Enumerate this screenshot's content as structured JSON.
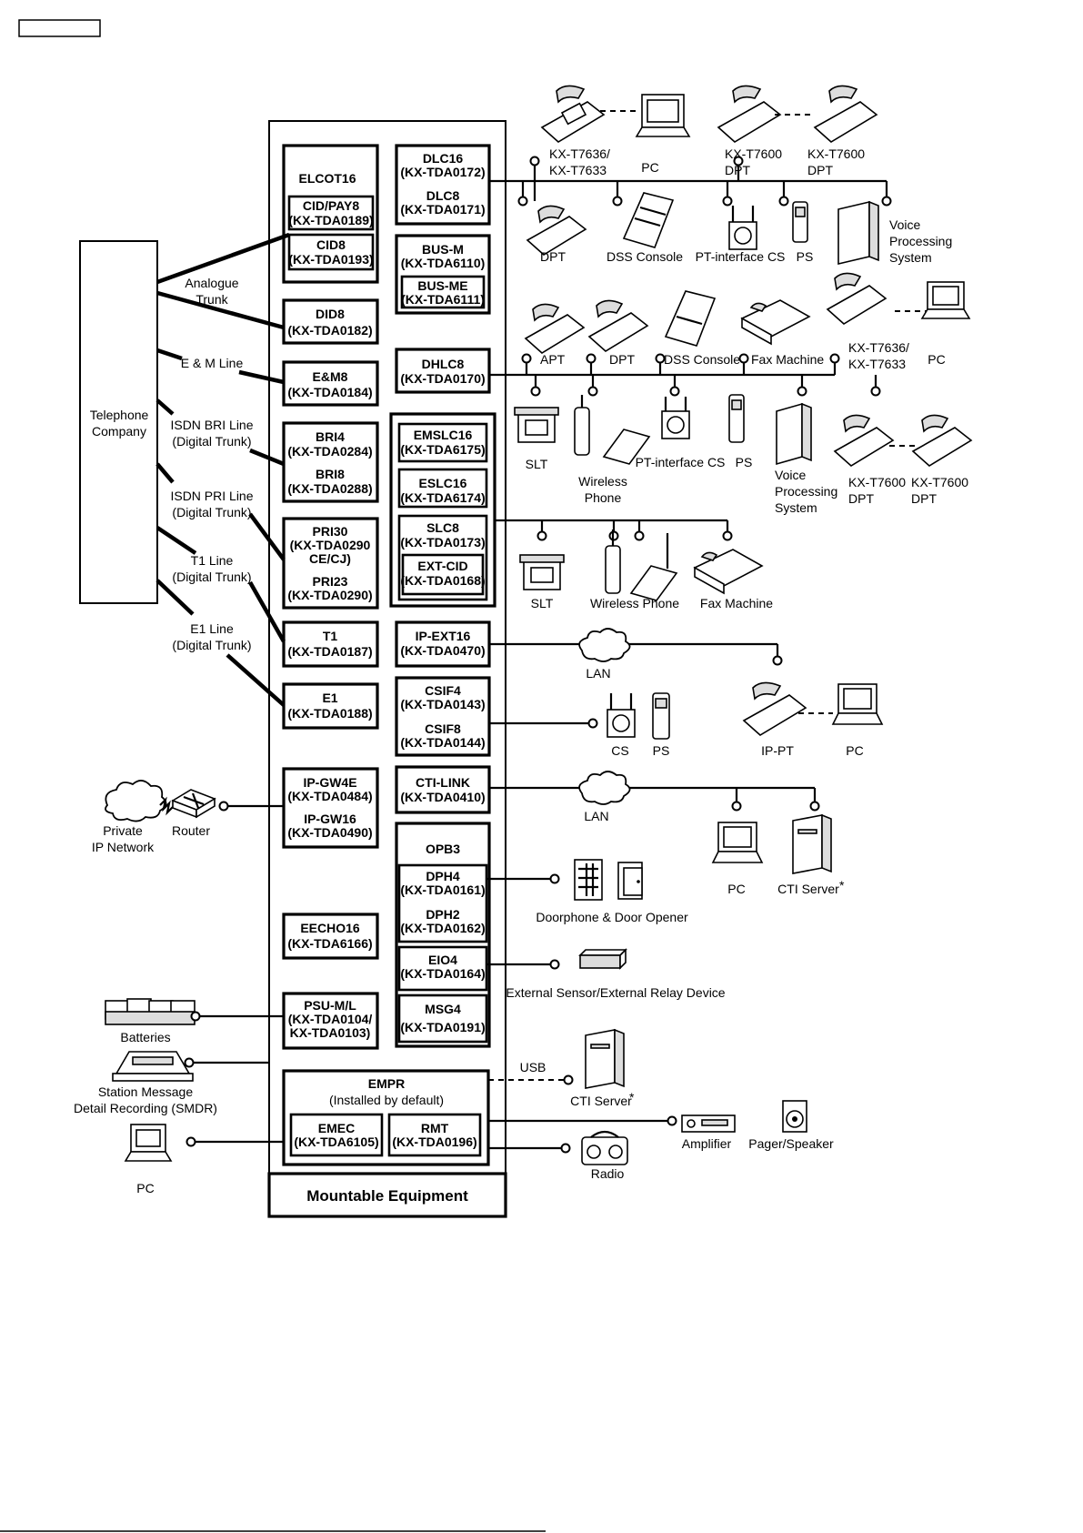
{
  "header": {
    "corner_box": ""
  },
  "cards": {
    "elcot16": "ELCOT16",
    "cid_pay8": [
      "CID/PAY8",
      "(KX-TDA0189)"
    ],
    "cid8": [
      "CID8",
      "(KX-TDA0193)"
    ],
    "did8": [
      "DID8",
      "(KX-TDA0182)"
    ],
    "em8": [
      "E&M8",
      "(KX-TDA0184)"
    ],
    "bri4": [
      "BRI4",
      "(KX-TDA0284)"
    ],
    "bri8": [
      "BRI8",
      "(KX-TDA0288)"
    ],
    "pri30": [
      "PRI30",
      "(KX-TDA0290",
      "CE/CJ)"
    ],
    "pri23": [
      "PRI23",
      "(KX-TDA0290)"
    ],
    "t1": [
      "T1",
      "(KX-TDA0187)"
    ],
    "e1": [
      "E1",
      "(KX-TDA0188)"
    ],
    "ipgw4e": [
      "IP-GW4E",
      "(KX-TDA0484)"
    ],
    "ipgw16": [
      "IP-GW16",
      "(KX-TDA0490)"
    ],
    "eecho16": [
      "EECHO16",
      "(KX-TDA6166)"
    ],
    "psu": [
      "PSU-M/L",
      "(KX-TDA0104/",
      "KX-TDA0103)"
    ],
    "dlc16": [
      "DLC16",
      "(KX-TDA0172)"
    ],
    "dlc8": [
      "DLC8",
      "(KX-TDA0171)"
    ],
    "busm": [
      "BUS-M",
      "(KX-TDA6110)"
    ],
    "busme": [
      "BUS-ME",
      "(KX-TDA6111)"
    ],
    "dhlc8": [
      "DHLC8",
      "(KX-TDA0170)"
    ],
    "emslc16": [
      "EMSLC16",
      "(KX-TDA6175)"
    ],
    "eslc16": [
      "ESLC16",
      "(KX-TDA6174)"
    ],
    "slc8": [
      "SLC8",
      "(KX-TDA0173)"
    ],
    "extcid": [
      "EXT-CID",
      "(KX-TDA0168)"
    ],
    "ipext16": [
      "IP-EXT16",
      "(KX-TDA0470)"
    ],
    "csif4": [
      "CSIF4",
      "(KX-TDA0143)"
    ],
    "csif8": [
      "CSIF8",
      "(KX-TDA0144)"
    ],
    "ctilink": [
      "CTI-LINK",
      "(KX-TDA0410)"
    ],
    "opb3": "OPB3",
    "dph4": [
      "DPH4",
      "(KX-TDA0161)"
    ],
    "dph2": [
      "DPH2",
      "(KX-TDA0162)"
    ],
    "eio4": [
      "EIO4",
      "(KX-TDA0164)"
    ],
    "msg4": [
      "MSG4",
      "(KX-TDA0191)"
    ],
    "empr": [
      "EMPR",
      "(Installed by default)"
    ],
    "emec": [
      "EMEC",
      "(KX-TDA6105)"
    ],
    "rmt": [
      "RMT",
      "(KX-TDA0196)"
    ],
    "mountable": "Mountable Equipment"
  },
  "left": {
    "telco": [
      "Telephone",
      "Company"
    ],
    "analogue": [
      "Analogue",
      "Trunk"
    ],
    "em_line": "E & M Line",
    "isdn_bri": [
      "ISDN BRI Line",
      "(Digital Trunk)"
    ],
    "isdn_pri": [
      "ISDN PRI Line",
      "(Digital Trunk)"
    ],
    "t1_line": [
      "T1 Line",
      "(Digital Trunk)"
    ],
    "e1_line": [
      "E1 Line",
      "(Digital Trunk)"
    ],
    "private_ip": [
      "Private",
      "IP Network"
    ],
    "router": "Router",
    "batteries": "Batteries",
    "smdr": [
      "Station Message",
      "Detail Recording (SMDR)"
    ],
    "pc": "PC"
  },
  "right": {
    "kx_t7636_a": [
      "KX-T7636/",
      "KX-T7633"
    ],
    "pc_a": "PC",
    "kx_t7600_a": [
      "KX-T7600",
      "DPT"
    ],
    "kx_t7600_b": [
      "KX-T7600",
      "DPT"
    ],
    "dpt_1": "DPT",
    "dss_1": "DSS Console",
    "ptcs_1": "PT-interface CS",
    "ps_1": "PS",
    "vps_1": [
      "Voice",
      "Processing",
      "System"
    ],
    "apt": "APT",
    "dpt_2": "DPT",
    "dss_2": "DSS Console",
    "fax_1": "Fax Machine",
    "kx_t7636_b": [
      "KX-T7636/",
      "KX-T7633"
    ],
    "pc_b": "PC",
    "slt_1": "SLT",
    "wireless_1": [
      "Wireless",
      "Phone"
    ],
    "ptcs_2": "PT-interface CS",
    "ps_2": "PS",
    "vps_2": [
      "Voice",
      "Processing",
      "System"
    ],
    "kx_t7600_c": [
      "KX-T7600",
      "DPT"
    ],
    "kx_t7600_d": [
      "KX-T7600",
      "DPT"
    ],
    "slt_2": "SLT",
    "wireless_2": "Wireless Phone",
    "fax_2": "Fax Machine",
    "lan_1": "LAN",
    "ippt": "IP-PT",
    "pc_c": "PC",
    "cs": "CS",
    "ps_3": "PS",
    "lan_2": "LAN",
    "pc_d": "PC",
    "cti_server_1": "CTI Server",
    "asterisk": "*",
    "doorphone": "Doorphone & Door Opener",
    "ext_sensor": "External Sensor/External Relay Device",
    "usb": "USB",
    "cti_server_2": "CTI Server",
    "amplifier": "Amplifier",
    "pager": "Pager/Speaker",
    "radio": "Radio"
  }
}
